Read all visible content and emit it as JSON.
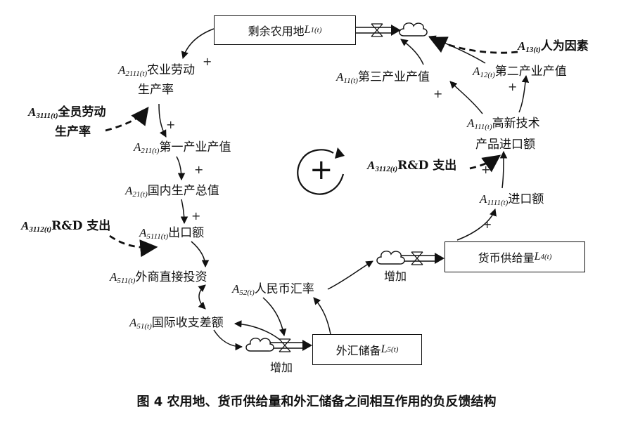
{
  "stocks": {
    "L1": {
      "text": "剩余农用地 ",
      "var": "L",
      "sub": "1(t)"
    },
    "L4": {
      "text": "货币供给量 ",
      "var": "L",
      "sub": "4(t)"
    },
    "L5": {
      "text": "外汇储备 ",
      "var": "L",
      "sub": "5(t)"
    }
  },
  "variables": {
    "A2111": {
      "var": "A",
      "sub": "2111(t)",
      "text": "农业劳动",
      "line2": "生产率"
    },
    "A211": {
      "var": "A",
      "sub": "211(t)",
      "text": "第一产业产值"
    },
    "A21": {
      "var": "A",
      "sub": "21(t)",
      "text": "国内生产总值"
    },
    "A5111": {
      "var": "A",
      "sub": "5111(t)",
      "text": "出口额"
    },
    "A511": {
      "var": "A",
      "sub": "511(t)",
      "text": "外商直接投资"
    },
    "A51": {
      "var": "A",
      "sub": "51(t)",
      "text": "国际收支差额"
    },
    "A52": {
      "var": "A",
      "sub": "52(t)",
      "text": "人民币汇率"
    },
    "A1111": {
      "var": "A",
      "sub": "1111(t)",
      "text": "进口额"
    },
    "A111": {
      "var": "A",
      "sub": "111(t)",
      "text": "高新技术",
      "line2": "产品进口额"
    },
    "A11": {
      "var": "A",
      "sub": "11(t)",
      "text": "第三产业产值"
    },
    "A12": {
      "var": "A",
      "sub": "12(t)",
      "text": "第二产业产值"
    }
  },
  "exogenous": {
    "A3111": {
      "var": "A",
      "sub": "3111(t)",
      "text": "全员劳动",
      "line2": "生产率"
    },
    "A3112_left": {
      "var": "A",
      "sub": "3112(t)",
      "text": "R&D 支出"
    },
    "A3112_right": {
      "var": "A",
      "sub": "3112(t)",
      "text": "R&D 支出"
    },
    "A13": {
      "var": "A",
      "sub": "13(t)",
      "text": "人为因素"
    }
  },
  "flows": {
    "increase_left": "增加",
    "increase_right": "增加"
  },
  "polarity": {
    "plus": "+"
  },
  "loop": {
    "sign": "+"
  },
  "caption": "图 4   农用地、货币供给量和外汇储备之间相互作用的负反馈结构"
}
